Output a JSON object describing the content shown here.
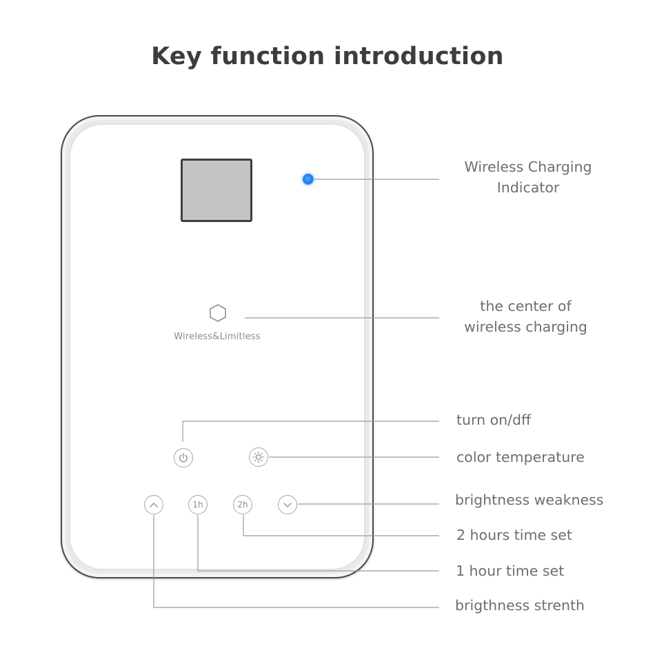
{
  "title": "Key function introduction",
  "device": {
    "brand_text": "Wireless&Limitless",
    "buttons": {
      "one_hour": "1h",
      "two_hours": "2h"
    },
    "indicator_color": "#1b7cf0"
  },
  "labels": {
    "wireless_indicator": [
      "Wireless Charging",
      "Indicator"
    ],
    "charging_center": [
      "the center of",
      "wireless charging"
    ],
    "power": "turn on/dff",
    "color_temperature": "color temperature",
    "brightness_down": "brightness weakness",
    "two_hour": "2 hours time set",
    "one_hour": "1 hour time set",
    "brightness_up": "brigthness strenth"
  }
}
